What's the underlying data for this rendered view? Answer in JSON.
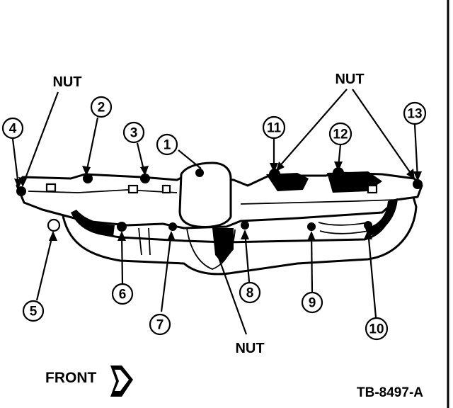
{
  "diagram": {
    "callouts": [
      {
        "id": "1",
        "label": "1"
      },
      {
        "id": "2",
        "label": "2"
      },
      {
        "id": "3",
        "label": "3"
      },
      {
        "id": "4",
        "label": "4"
      },
      {
        "id": "5",
        "label": "5"
      },
      {
        "id": "6",
        "label": "6"
      },
      {
        "id": "7",
        "label": "7"
      },
      {
        "id": "8",
        "label": "8"
      },
      {
        "id": "9",
        "label": "9"
      },
      {
        "id": "10",
        "label": "10"
      },
      {
        "id": "11",
        "label": "11"
      },
      {
        "id": "12",
        "label": "12"
      },
      {
        "id": "13",
        "label": "13"
      }
    ],
    "labels": {
      "nut_left": "NUT",
      "nut_right": "NUT",
      "nut_bottom": "NUT",
      "front": "FRONT",
      "reference": "TB-8497-A"
    },
    "colors": {
      "ink": "#000000",
      "paper": "#ffffff"
    }
  }
}
